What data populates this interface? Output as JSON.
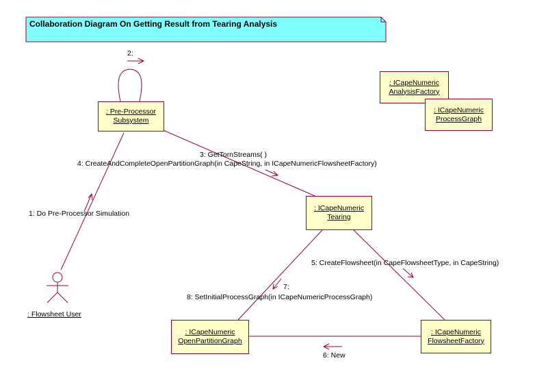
{
  "title": "Collaboration Diagram On Getting Result from Tearing Analysis",
  "objects": {
    "preprocessor": [
      "Pre-Processor",
      "Subsystem"
    ],
    "analysis_factory": [
      "ICapeNumeric",
      "AnalysisFactory"
    ],
    "process_graph": [
      "ICapeNumeric",
      "ProcessGraph"
    ],
    "tearing": [
      "ICapeNumeric",
      "Tearing"
    ],
    "open_partition_graph": [
      "ICapeNumeric",
      "OpenPartitionGraph"
    ],
    "flowsheet_factory": [
      "ICapeNumeric",
      "FlowsheetFactory"
    ]
  },
  "actor": "Flowsheet User",
  "prefix": ": ",
  "messages": {
    "m1": "1: Do Pre-Processor Simulation",
    "m2": "2:",
    "m3": "3: GetTornStreams( )",
    "m4": "4: CreateAndCompleteOpenPartitionGraph(in CapeString, in ICapeNumericFlowsheetFactory)",
    "m5": "5: CreateFlowsheet(in CapeFlowsheetType, in CapeString)",
    "m6": "6: New",
    "m7": "7:",
    "m8": "8: SetInitialProcessGraph(in ICapeNumericProcessGraph)"
  },
  "colors": {
    "note_fill": "#80ffff",
    "object_fill": "#ffffcc",
    "line": "#990033"
  }
}
